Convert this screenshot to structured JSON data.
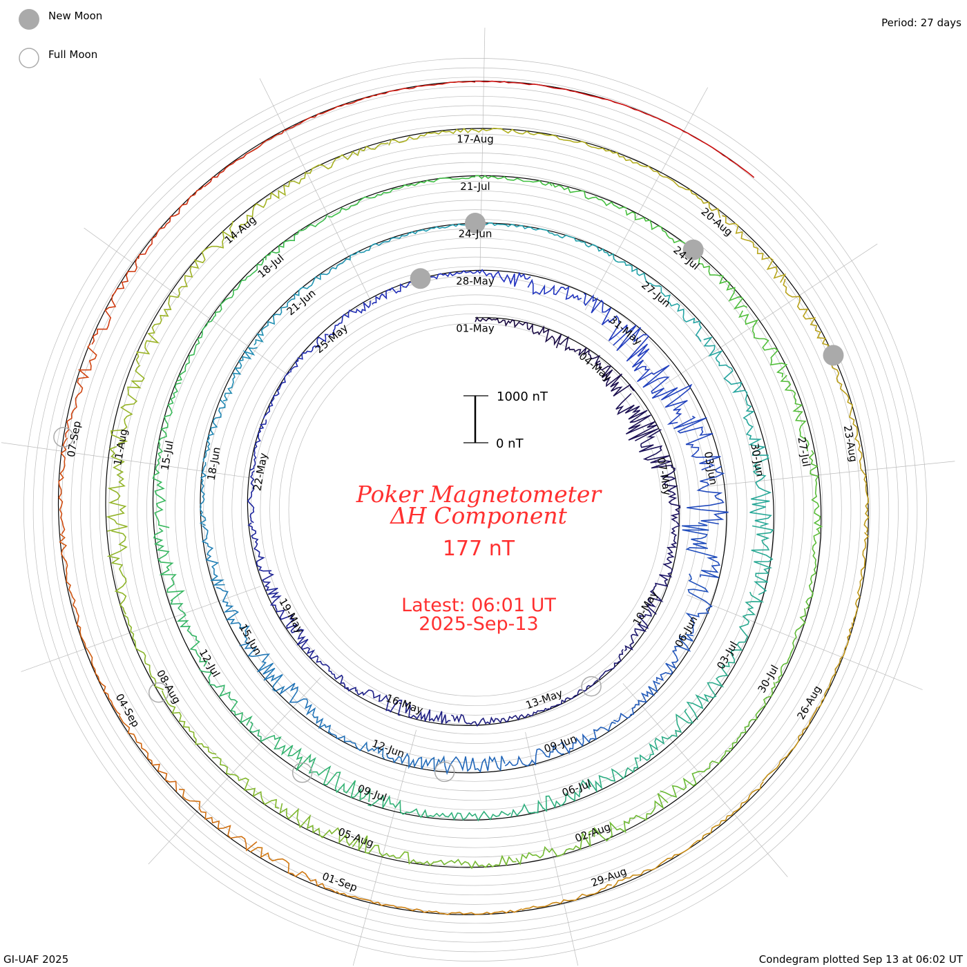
{
  "legend": {
    "new_moon": "New Moon",
    "full_moon": "Full Moon"
  },
  "period_label": "Period: 27 days",
  "footer_left": "GI-UAF 2025",
  "footer_right": "Condegram plotted Sep 13 at 06:02 UT",
  "scale_bar": {
    "top_label": "1000 nT",
    "bottom_label": "0 nT",
    "value_nT": 1000
  },
  "title": {
    "line1": "Poker Magnetometer",
    "line2": "ΔH Component",
    "current_value": "177 nT",
    "latest": "Latest: 06:01 UT",
    "date": "2025-Sep-13"
  },
  "colors": {
    "moon": "#aaaaaa",
    "grid": "#bbbbbb",
    "baseline": "#000000",
    "text_accent": "#ff3030"
  },
  "chart_data": {
    "type": "line",
    "title": "Poker Magnetometer ΔH Component",
    "period_days": 27,
    "start_date": "2025-05-01",
    "end_date": "2025-09-13",
    "units": "nT",
    "date_labels": [
      "01-May",
      "04-May",
      "07-May",
      "10-May",
      "13-May",
      "16-May",
      "19-May",
      "22-May",
      "25-May",
      "28-May",
      "31-May",
      "03-Jun",
      "06-Jun",
      "09-Jun",
      "12-Jun",
      "15-Jun",
      "18-Jun",
      "21-Jun",
      "24-Jun",
      "27-Jun",
      "30-Jun",
      "03-Jul",
      "06-Jul",
      "09-Jul",
      "12-Jul",
      "15-Jul",
      "18-Jul",
      "21-Jul",
      "24-Jul",
      "27-Jul",
      "30-Jul",
      "02-Aug",
      "05-Aug",
      "08-Aug",
      "11-Aug",
      "14-Aug",
      "17-Aug",
      "20-Aug",
      "23-Aug",
      "26-Aug",
      "29-Aug",
      "01-Sep",
      "04-Sep",
      "07-Sep"
    ],
    "new_moon_days": [
      26,
      54,
      84,
      113
    ],
    "full_moon_days": [
      11,
      41,
      70,
      99,
      129
    ],
    "daily_dH_nT": [
      -80,
      -150,
      -300,
      -250,
      -500,
      -650,
      -350,
      -150,
      -200,
      -300,
      -120,
      -80,
      -60,
      -100,
      -250,
      -300,
      -200,
      -120,
      -350,
      -250,
      -150,
      -100,
      -80,
      -60,
      -200,
      -150,
      -100,
      -60,
      -350,
      -300,
      -600,
      -800,
      -700,
      -450,
      -900,
      -600,
      -300,
      -200,
      -150,
      -250,
      -350,
      -300,
      -200,
      -150,
      -400,
      -350,
      -250,
      -120,
      -80,
      -150,
      -200,
      -100,
      -80,
      -50,
      -40,
      -60,
      -80,
      -150,
      -300,
      -250,
      -350,
      -500,
      -300,
      -200,
      -450,
      -250,
      -350,
      -200,
      -120,
      -300,
      -450,
      -250,
      -200,
      -350,
      -300,
      -150,
      -100,
      -80,
      -120,
      -100,
      -60,
      -50,
      -80,
      -150,
      -120,
      -300,
      -250,
      -200,
      -150,
      -120,
      -100,
      -80,
      -400,
      -300,
      -200,
      -150,
      -350,
      -250,
      -150,
      -120,
      -100,
      -450,
      -300,
      -350,
      -200,
      -250,
      -150,
      -100,
      -80,
      -60,
      -80,
      -120,
      -200,
      -150,
      -100,
      -80,
      -60,
      -40,
      -80,
      -60,
      -100,
      -60,
      -50,
      -40,
      -300,
      -150,
      -60,
      -80,
      -120,
      -80,
      -250,
      -100,
      -60,
      -40,
      -30,
      -20,
      -20,
      -10
    ]
  }
}
